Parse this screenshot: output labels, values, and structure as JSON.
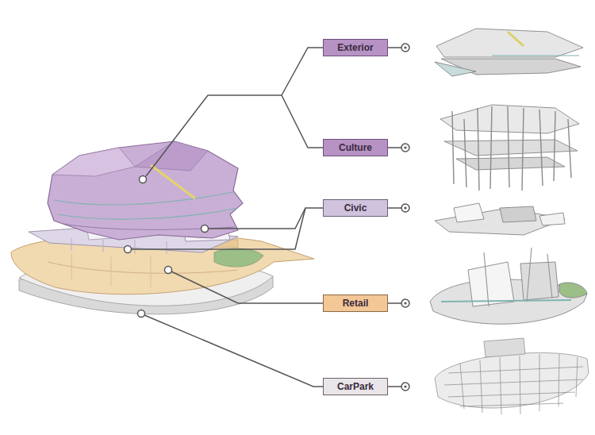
{
  "diagram": {
    "nodes": [
      {
        "text": [
          "Exterior"
        ]
      },
      {
        "text": [
          "Culture"
        ]
      },
      {
        "text": [
          "Civic"
        ]
      },
      {
        "text": [
          "Retail"
        ]
      },
      {
        "text": [
          "CarPark"
        ]
      }
    ]
  }
}
